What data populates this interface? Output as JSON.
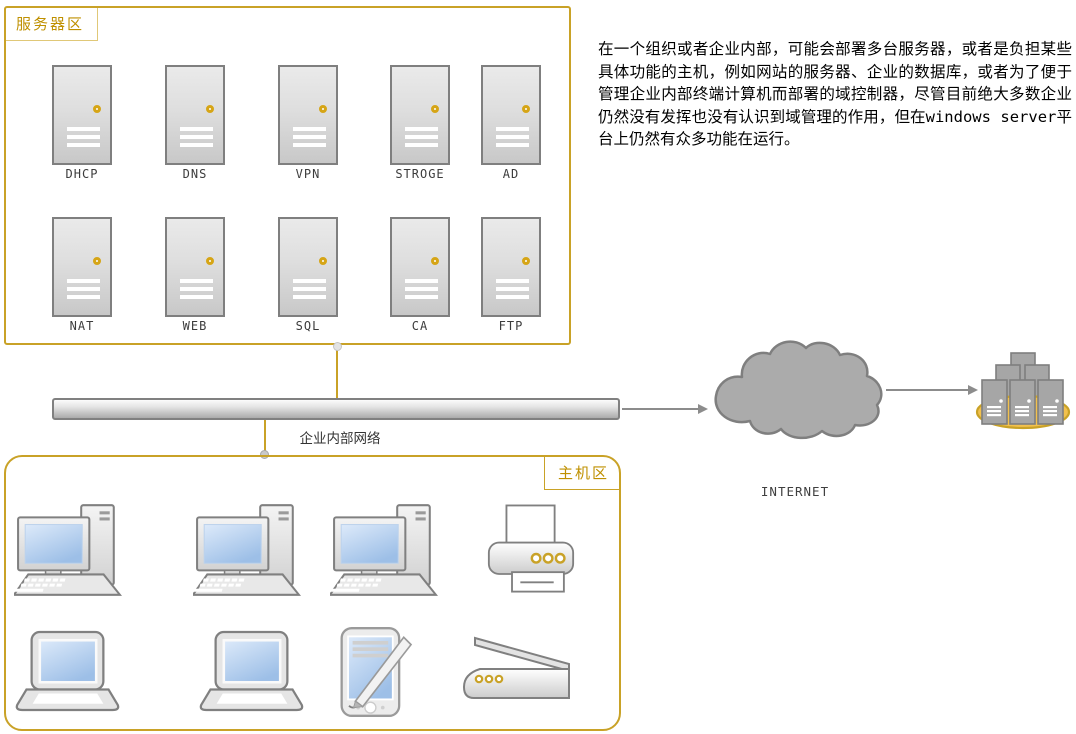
{
  "description": {
    "text": "在一个组织或者企业内部，可能会部署多台服务器，或者是负担某些具体功能的主机，例如网站的服务器、企业的数据库，或者为了便于管理企业内部终端计算机而部署的域控制器，尽管目前绝大多数企业仍然没有发挥也没有认识到域管理的作用，但在windows server平台上仍然有众多功能在运行。"
  },
  "server_zone": {
    "title": "服务器区",
    "servers": [
      {
        "label": "DHCP"
      },
      {
        "label": "DNS"
      },
      {
        "label": "VPN"
      },
      {
        "label": "STROGE"
      },
      {
        "label": "AD"
      },
      {
        "label": "NAT"
      },
      {
        "label": "WEB"
      },
      {
        "label": "SQL"
      },
      {
        "label": "CA"
      },
      {
        "label": "FTP"
      }
    ]
  },
  "network": {
    "label": "企业内部网络"
  },
  "host_zone": {
    "title": "主机区",
    "devices": [
      "desktop-computer",
      "desktop-computer",
      "desktop-computer",
      "printer",
      "laptop",
      "laptop",
      "pda-with-stylus",
      "scanner"
    ]
  },
  "internet": {
    "label": "INTERNET"
  },
  "icons": {
    "cloud": "internet-cloud",
    "server_farm": "external-server-farm"
  },
  "colors": {
    "accent_gold": "#c9a227",
    "title_gold": "#bf9000",
    "shape_border_gray": "#808080",
    "cloud_fill": "#ababab",
    "farm_ellipse_fill": "#f2c14e",
    "screen_blue": "#a3c2e6"
  }
}
